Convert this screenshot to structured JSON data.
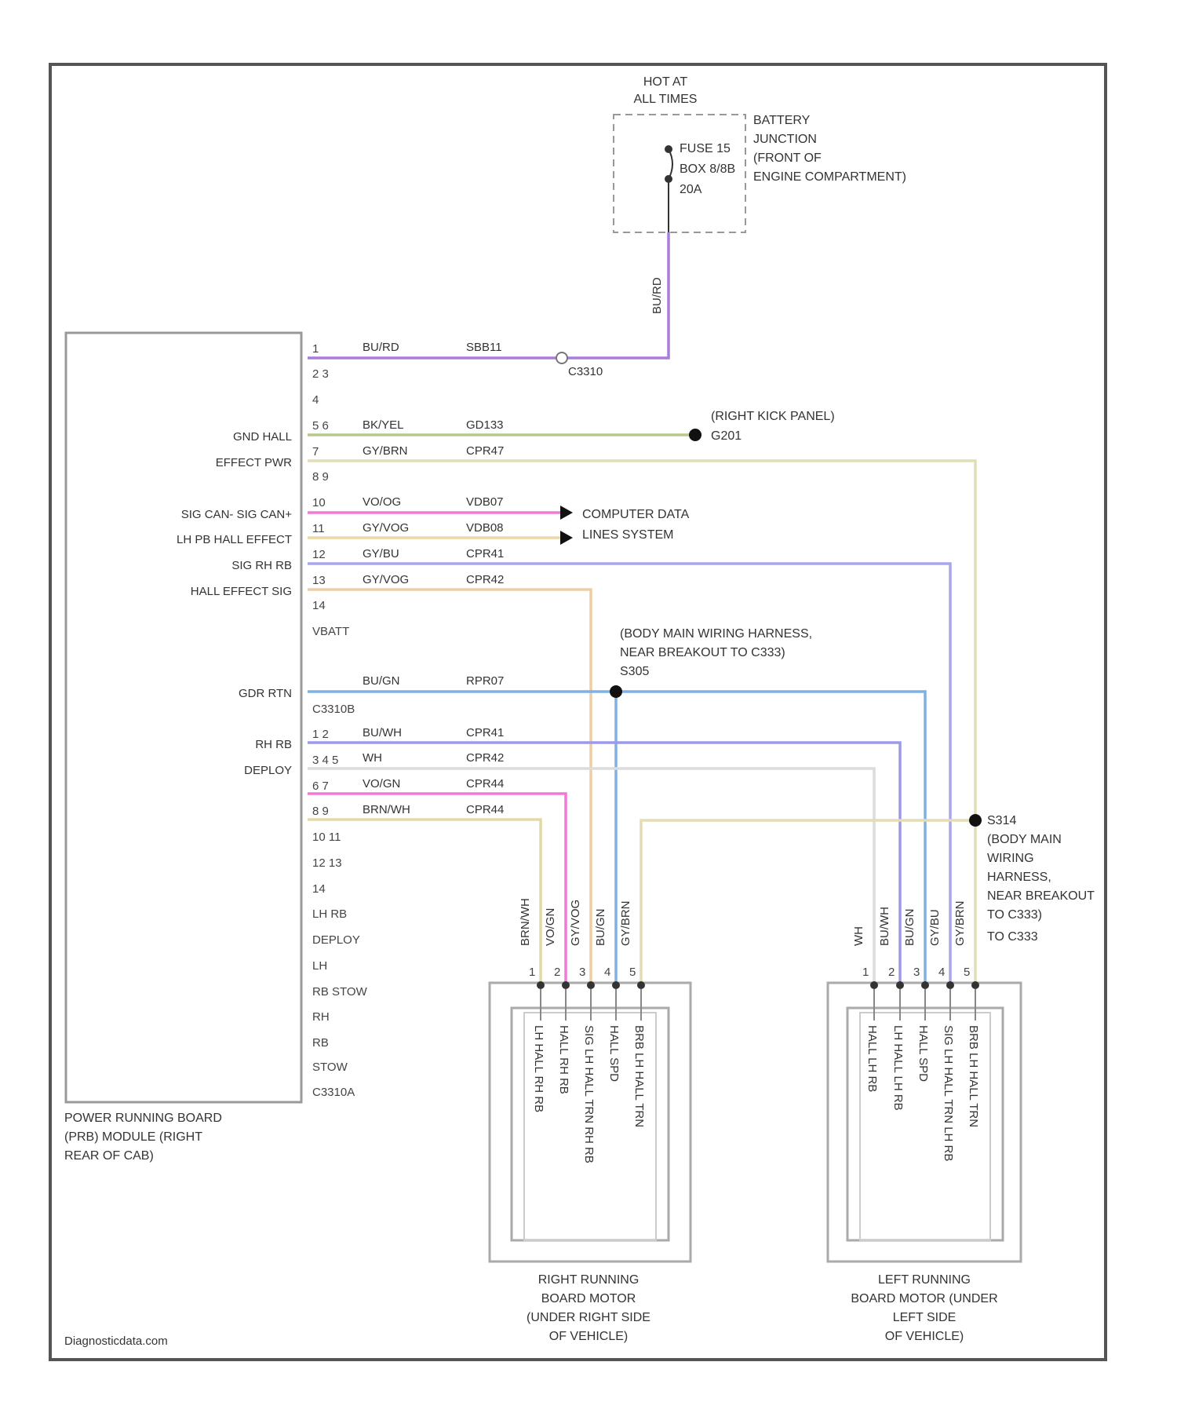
{
  "supply": {
    "hot_label": [
      "HOT AT",
      "ALL TIMES"
    ],
    "fuse_label": [
      "FUSE 15",
      "BOX 8/8B",
      "20A"
    ],
    "battery_junction_label": [
      "BATTERY",
      "JUNCTION",
      "(FRONT OF",
      "ENGINE COMPARTMENT)"
    ],
    "vertical_wire_label": "BU/RD"
  },
  "module": {
    "label": [
      "POWER RUNNING BOARD",
      "(PRB) MODULE (RIGHT",
      "REAR OF CAB)"
    ],
    "side_labels": [
      "GND HALL",
      "EFFECT PWR",
      "SIG CAN- SIG CAN+",
      "LH PB HALL EFFECT",
      "SIG RH RB",
      "HALL EFFECT SIG",
      "GDR RTN",
      "RH RB",
      "DEPLOY"
    ],
    "connector_upper": "C3310B",
    "connector_lower": "C3310A",
    "pins_upper": [
      "1",
      "2 3",
      "4",
      "5 6",
      "7",
      "8 9",
      "10",
      "11",
      "12",
      "13",
      "14",
      "VBATT"
    ],
    "pins_lower": [
      "1 2",
      "3 4 5",
      "6 7",
      "8 9",
      "10 11",
      "12 13",
      "14",
      "LH RB",
      "DEPLOY",
      "LH",
      "RB STOW",
      "RH",
      "RB",
      "STOW"
    ]
  },
  "wires": [
    {
      "color_code": "BU/RD",
      "circuit": "SBB11",
      "hex": "#a87ddb"
    },
    {
      "color_code": "BK/YEL",
      "circuit": "GD133",
      "hex": "#b6c98a"
    },
    {
      "color_code": "GY/BRN",
      "circuit": "CPR47",
      "hex": "#e3dcb4"
    },
    {
      "color_code": "VO/OG",
      "circuit": "VDB07",
      "hex": "#f178d6"
    },
    {
      "color_code": "GY/VOG",
      "circuit": "VDB08",
      "hex": "#eed9a6"
    },
    {
      "color_code": "GY/BU",
      "circuit": "CPR41",
      "hex": "#a9a6f1"
    },
    {
      "color_code": "GY/VOG",
      "circuit": "CPR42",
      "hex": "#eccea4"
    },
    {
      "color_code": "BU/GN",
      "circuit": "RPR07",
      "hex": "#7fb0e4"
    },
    {
      "color_code": "BU/WH",
      "circuit": "CPR41",
      "hex": "#9c98ec"
    },
    {
      "color_code": "WH",
      "circuit": "CPR42",
      "hex": "#dcdcdc"
    },
    {
      "color_code": "VO/GN",
      "circuit": "CPR44",
      "hex": "#f178d6"
    },
    {
      "color_code": "BRN/WH",
      "circuit": "CPR44",
      "hex": "#e2d9a4"
    }
  ],
  "connector_c3310": "C3310",
  "ground": [
    "(RIGHT KICK PANEL)",
    "G201"
  ],
  "computer_data": [
    "COMPUTER DATA",
    "LINES SYSTEM"
  ],
  "splice_upper": [
    "(BODY MAIN WIRING HARNESS,",
    "NEAR BREAKOUT TO C333)",
    "S305"
  ],
  "splice_right": [
    "S314",
    "(BODY MAIN",
    "WIRING",
    "HARNESS,",
    "NEAR BREAKOUT",
    "TO C333)"
  ],
  "to_connector": "TO C333",
  "right_motor": {
    "label": [
      "RIGHT RUNNING",
      "BOARD MOTOR",
      "(UNDER RIGHT SIDE",
      "OF VEHICLE)"
    ],
    "wire_codes": [
      "BRN/WH",
      "VO/GN",
      "GY/VOG",
      "BU/GN",
      "GY/BRN"
    ],
    "pins": [
      "1",
      "2",
      "3",
      "4",
      "5"
    ],
    "pin_functions": [
      "LH HALL RH RB",
      "HALL RH RB",
      "SIG LH HALL TRN RH RB",
      "HALL SPD",
      "BRB LH HALL TRN"
    ]
  },
  "left_motor": {
    "label": [
      "LEFT RUNNING",
      "BOARD MOTOR (UNDER",
      "LEFT SIDE",
      "OF VEHICLE)"
    ],
    "wire_codes": [
      "WH",
      "BU/WH",
      "BU/GN",
      "GY/BU",
      "GY/BRN"
    ],
    "pins": [
      "1",
      "2",
      "3",
      "4",
      "5"
    ],
    "pin_functions": [
      "HALL LH RB",
      "LH HALL LH RB",
      "HALL SPD",
      "SIG LH HALL TRN LH RB",
      "BRB LH HALL TRN"
    ]
  },
  "watermark": "Diagnosticdata.com"
}
